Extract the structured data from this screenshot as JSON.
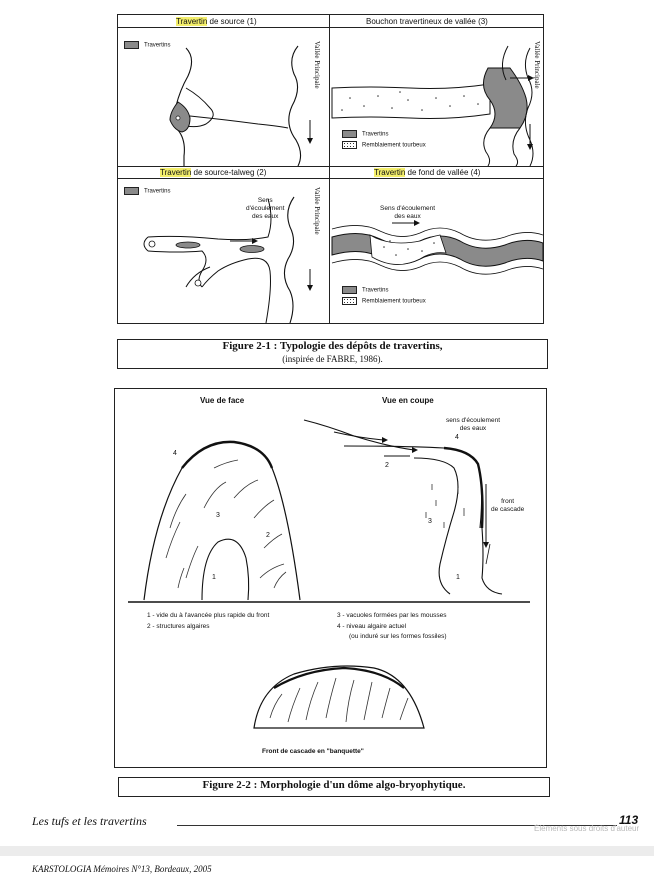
{
  "figure1": {
    "panels": [
      {
        "highlight": "Travertin",
        "rest": " de source (1)"
      },
      {
        "highlight": "",
        "rest": "Bouchon travertineux de vallée (3)"
      },
      {
        "highlight": "Travertin",
        "rest": " de source-talweg (2)"
      },
      {
        "highlight": "Travertin",
        "rest": " de fond de vallée (4)"
      }
    ],
    "legend_travertins": "Travertins",
    "legend_remblaiement": "Remblaiement tourbeux",
    "vallee_principale": "Vallée Principale",
    "sens_ecoulement": "Sens\nd'écoulement\ndes eaux",
    "sens_ecoulement_4": "Sens d'écoulement\ndes eaux",
    "caption_main": "Figure 2-1 : Typologie des dépôts de travertins,",
    "caption_sub": "(inspirée de FABRE, 1986)."
  },
  "figure2": {
    "vue_face": "Vue de face",
    "vue_coupe": "Vue en coupe",
    "sens_coupe": "sens d'écoulement\ndes eaux",
    "front_cascade": "front\nde cascade",
    "legend_1": "1 - vide du à l'avancée plus rapide du front",
    "legend_2": "2 - structures algaires",
    "legend_3": "3 - vacuoles formées par les mousses",
    "legend_4": "4 - niveau algaire actuel",
    "legend_4b": "(ou induré sur les formes fossiles)",
    "banquette": "Front de cascade en \"banquette\"",
    "caption": "Figure 2-2 : Morphologie d'un dôme algo-bryophytique.",
    "n1": "1",
    "n2": "2",
    "n3": "3",
    "n4": "4"
  },
  "footer": {
    "left": "Les tufs et les travertins",
    "page": "113",
    "watermark": "Éléments sous droits d'auteur",
    "bottom": "KARSTOLOGIA Mémoires N°13, Bordeaux, 2005"
  }
}
